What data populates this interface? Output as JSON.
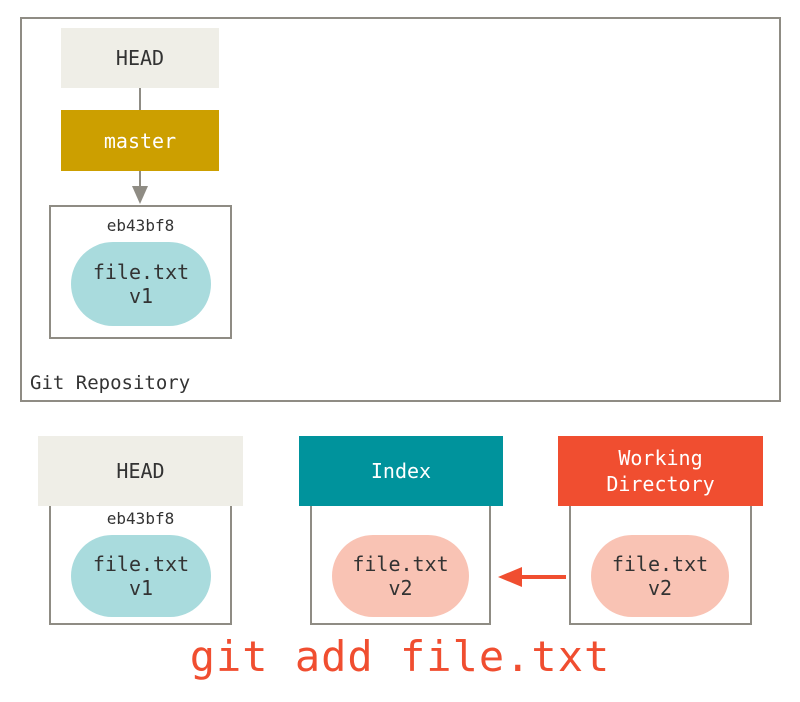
{
  "repository": {
    "label": "Git Repository",
    "head_label": "HEAD",
    "branch_label": "master",
    "commit_id": "eb43bf8",
    "blob": {
      "name": "file.txt",
      "version": "v1"
    }
  },
  "trees": {
    "head": {
      "label": "HEAD",
      "commit_id": "eb43bf8",
      "blob": {
        "name": "file.txt",
        "version": "v1"
      }
    },
    "index": {
      "label": "Index",
      "blob": {
        "name": "file.txt",
        "version": "v2"
      }
    },
    "working_directory": {
      "label_line1": "Working",
      "label_line2": "Directory",
      "blob": {
        "name": "file.txt",
        "version": "v2"
      }
    }
  },
  "command": "git add file.txt",
  "colors": {
    "head": "#efeee7",
    "branch": "#cc9f00",
    "index": "#00939c",
    "working_directory": "#f04e30",
    "blob_v1": "#a9dbdd",
    "blob_v2": "#f9c3b4",
    "command": "#f04e30",
    "border": "#8f8c84"
  }
}
